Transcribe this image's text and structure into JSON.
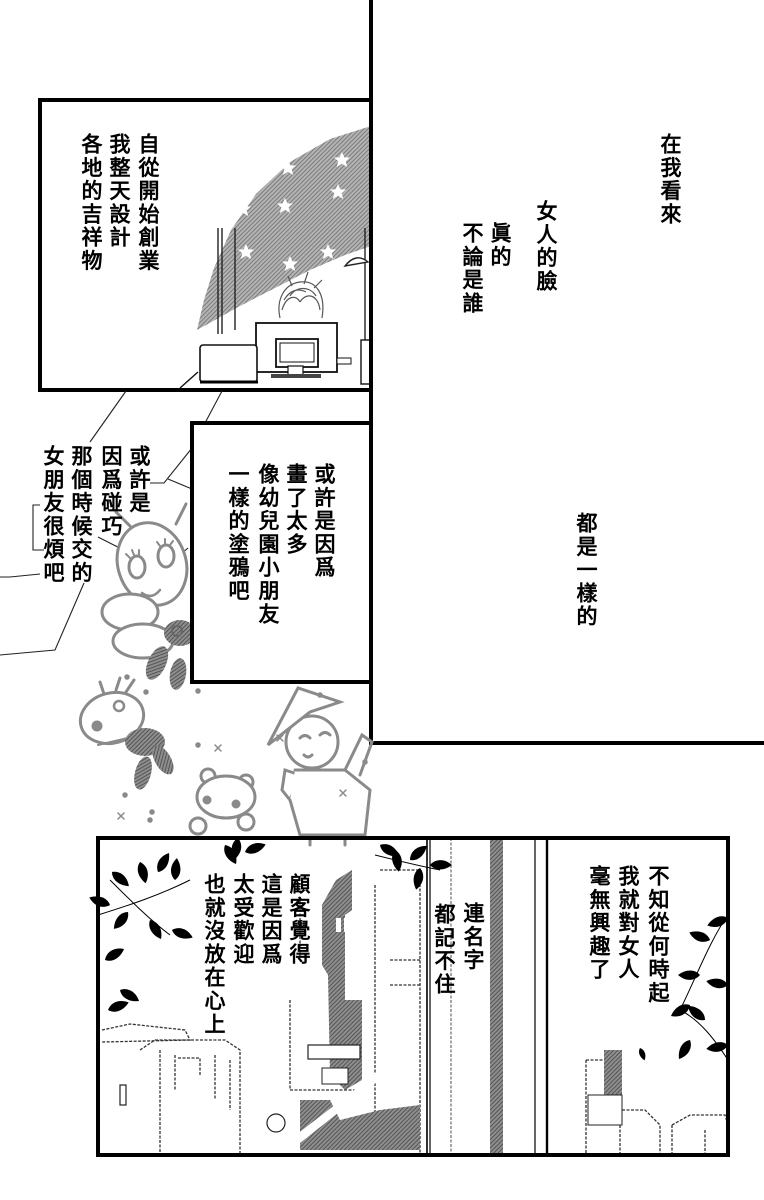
{
  "page": {
    "background": "#ffffff",
    "ink": "#000000",
    "screentone": "#8a8a8a"
  },
  "panels": {
    "office": {
      "columns": [
        "自從開始創業",
        "我整天設計",
        "各地的吉祥物"
      ],
      "illustration": [
        "star-pattern-window",
        "person-at-desk",
        "desktop-monitor",
        "laptop",
        "desk-lamp"
      ]
    },
    "monologue": {
      "columns_top": [
        "在我看來",
        "女人的臉",
        "眞的",
        "不論是誰"
      ],
      "columns_bottom": [
        "都是一樣的"
      ]
    },
    "floating_caption": {
      "columns": [
        "或許是",
        "因爲碰巧",
        "那個時候交的",
        "女朋友很煩吧"
      ]
    },
    "doodles": {
      "columns": [
        "或許是因爲",
        "畫了太多",
        "像幼兒園小朋友",
        "一樣的塗鴉吧"
      ],
      "illustration": [
        "eyelash-creature-doodle",
        "bunny-doodle",
        "antenna-head-doodle",
        "bear-doodle",
        "boy-with-hat-doodle"
      ]
    },
    "city": {
      "left_columns": [
        "顧客覺得",
        "這是因爲",
        "太受歡迎",
        "也就沒放在心上"
      ],
      "middle_columns": [
        "連名字",
        "都記不住"
      ],
      "right_columns": [
        "不知從何時起",
        "我就對女人",
        "毫無興趣了"
      ],
      "illustration": [
        "cityscape",
        "tree-leaves"
      ]
    }
  }
}
